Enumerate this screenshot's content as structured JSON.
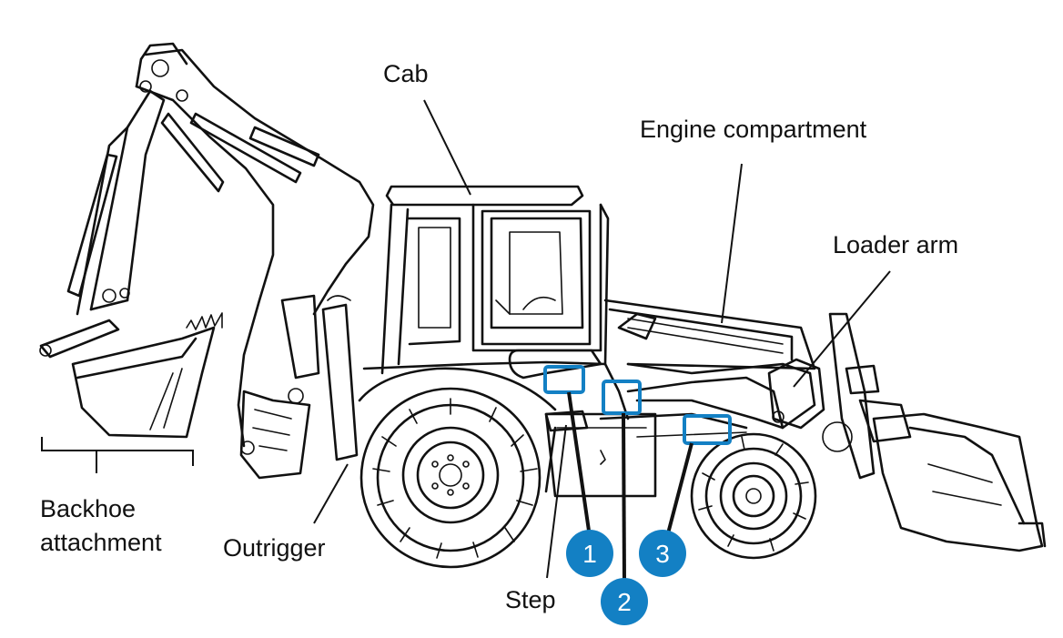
{
  "labels": {
    "cab": "Cab",
    "engine": "Engine compartment",
    "loader_arm": "Loader arm",
    "backhoe_line1": "Backhoe",
    "backhoe_line2": "attachment",
    "outrigger": "Outrigger",
    "step": "Step"
  },
  "callouts": [
    {
      "number": "1"
    },
    {
      "number": "2"
    },
    {
      "number": "3"
    }
  ],
  "colors": {
    "accent": "#1380c4",
    "ink": "#111111",
    "background": "#ffffff"
  }
}
